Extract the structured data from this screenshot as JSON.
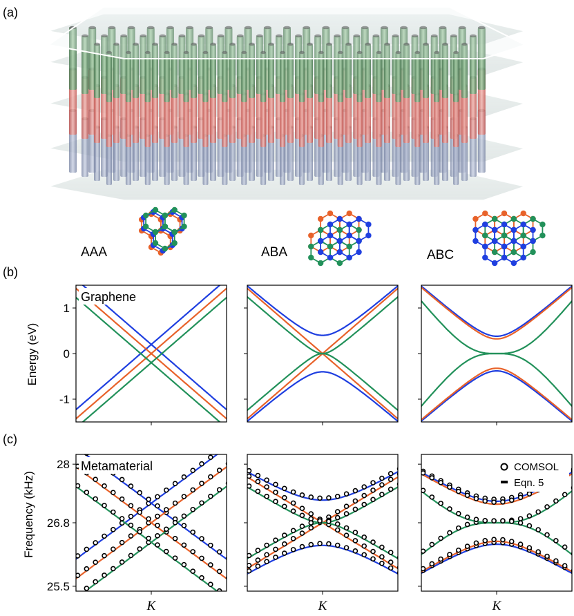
{
  "panel_labels": {
    "a": "(a)",
    "b": "(b)",
    "c": "(c)"
  },
  "stackings": [
    "AAA",
    "ABA",
    "ABC"
  ],
  "colors": {
    "layer1": "#1f3fe0",
    "layer2": "#e8622a",
    "layer3": "#22915a",
    "pillar_green": "#7faa84",
    "pillar_red": "#e48f8a",
    "pillar_blue": "#9aa6c4"
  },
  "chart_data": [
    {
      "type": "line",
      "panel": "(b)",
      "ylabel": "Energy  (eV)",
      "yticks": [
        -1,
        0,
        1
      ],
      "ylim": [
        -1.5,
        1.5
      ],
      "xtick_label": "",
      "grid": false,
      "plots": [
        {
          "stacking": "AAA",
          "annotation": "Graphene",
          "model": "AAA",
          "scale": 1,
          "shift": 0,
          "v": 1.1,
          "w": 0.2
        },
        {
          "stacking": "ABA",
          "annotation": "",
          "model": "ABA",
          "scale": 1,
          "shift": 0,
          "v": 1.1,
          "w": 0.4
        },
        {
          "stacking": "ABC",
          "annotation": "",
          "model": "ABC",
          "scale": 1,
          "shift": 0,
          "v": 1.1,
          "w": 0.38
        }
      ]
    },
    {
      "type": "line",
      "panel": "(c)",
      "ylabel": "Frequency  (kHz)",
      "yticks": [
        25.5,
        26.8,
        28
      ],
      "ylim": [
        25.4,
        28.2
      ],
      "xtick_label": "K",
      "grid": false,
      "legend": {
        "placement": "top-right",
        "entries": [
          "COMSOL",
          "Eqn. 5"
        ]
      },
      "plots": [
        {
          "stacking": "AAA",
          "annotation": "Metamaterial",
          "model": "AAA",
          "scale": 0.8,
          "shift": 26.8,
          "v": 1.1,
          "w": 0.5
        },
        {
          "stacking": "ABA",
          "annotation": "",
          "model": "ABA",
          "scale": 0.8,
          "shift": 26.8,
          "v": 0.9,
          "w": 0.58
        },
        {
          "stacking": "ABC",
          "annotation": "",
          "model": "ABC",
          "scale": 0.8,
          "shift": 26.8,
          "v": 0.9,
          "w": 0.55
        }
      ]
    }
  ]
}
